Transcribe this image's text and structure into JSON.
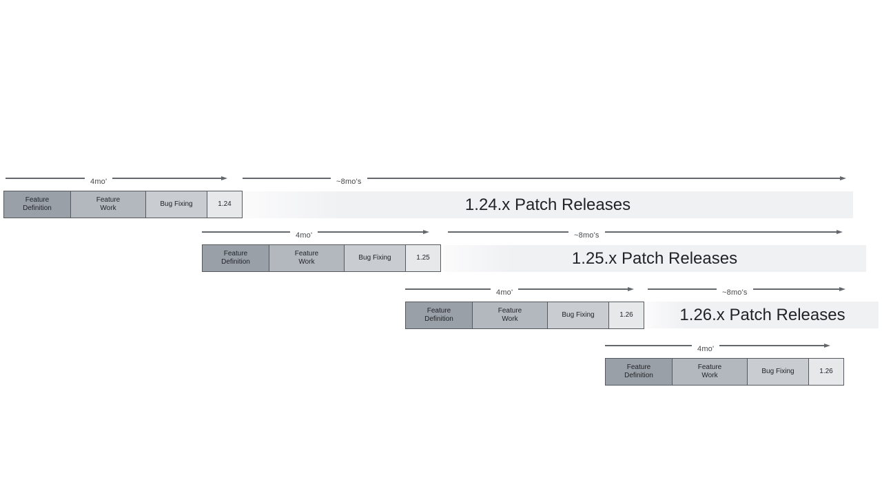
{
  "diagram": {
    "description": "Release cadence diagram with overlapping minor release cycles",
    "rows": [
      {
        "version": "1.24",
        "phases": [
          "Feature Definition",
          "Feature Work",
          "Bug Fixing"
        ],
        "dev_arrow_label": "4mo'",
        "patch_arrow_label": "~8mo's",
        "patch_bar_label": "1.24.x Patch Releases"
      },
      {
        "version": "1.25",
        "phases": [
          "Feature Definition",
          "Feature Work",
          "Bug Fixing"
        ],
        "dev_arrow_label": "4mo'",
        "patch_arrow_label": "~8mo's",
        "patch_bar_label": "1.25.x Patch Releases"
      },
      {
        "version": "1.26",
        "phases": [
          "Feature Definition",
          "Feature Work",
          "Bug Fixing"
        ],
        "dev_arrow_label": "4mo'",
        "patch_arrow_label": "~8mo's",
        "patch_bar_label": "1.26.x Patch Releases"
      },
      {
        "version": "1.26",
        "phases": [
          "Feature Definition",
          "Feature Work",
          "Bug Fixing"
        ],
        "dev_arrow_label": "4mo'"
      }
    ],
    "colors": {
      "background": "#ffffff",
      "feature_definition_fill": "#9aa0a7",
      "feature_work_fill": "#b3b8be",
      "bug_fixing_fill": "#c9cdd1",
      "version_fill": "#e6e8ea",
      "patch_bar_fill": "#f0f1f3",
      "arrow": "#63676b",
      "box_border": "#54585c",
      "box_text": "#202327",
      "label_text": "#44474a",
      "patch_text": "#202327"
    }
  }
}
